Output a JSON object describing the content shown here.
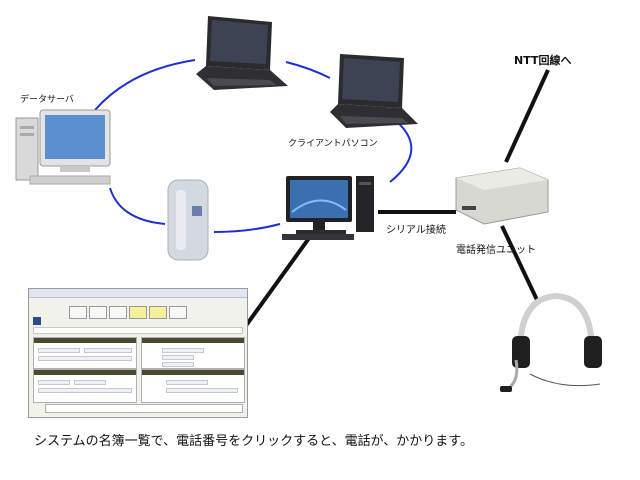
{
  "labels": {
    "data_server": "データサーバ",
    "ntt_line": "NTT回線へ",
    "client_pc": "クライアントパソコン",
    "serial_connection": "シリアル接続",
    "phone_unit": "電話発信ユニット",
    "caption": "システムの名簿一覧で、電話番号をクリックすると、電話が、かかります。"
  },
  "colors": {
    "network_line": "#1f2fd0",
    "thick_line": "#111111",
    "laptop_body": "#2b2b2e",
    "laptop_screen": "#3d4352",
    "monitor_screen": "#3a6fb0",
    "tower": "#d9d9d9",
    "router": "#d4d8df",
    "unit": "#d8d8d2"
  },
  "icons": {
    "data_server": "desktop-computer-icon",
    "laptop_1": "laptop-icon",
    "laptop_2": "laptop-icon",
    "router": "router-icon",
    "desktop_pc": "desktop-computer-icon",
    "phone_unit": "dialer-unit-icon",
    "headset": "headset-icon",
    "screenshot": "directory-screenshot"
  }
}
